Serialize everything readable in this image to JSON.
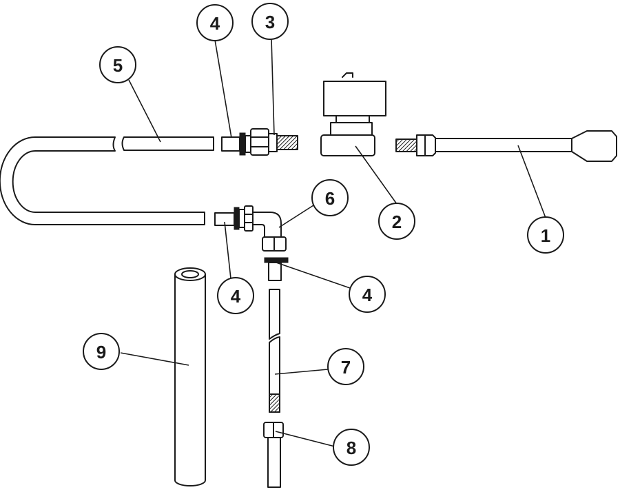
{
  "callouts": {
    "c1": "1",
    "c2": "2",
    "c3": "3",
    "c4a": "4",
    "c4b": "4",
    "c4c": "4",
    "c5": "5",
    "c6": "6",
    "c7": "7",
    "c8": "8",
    "c9": "9"
  },
  "colors": {
    "ink": "#1a1a1a",
    "paper": "#ffffff"
  }
}
